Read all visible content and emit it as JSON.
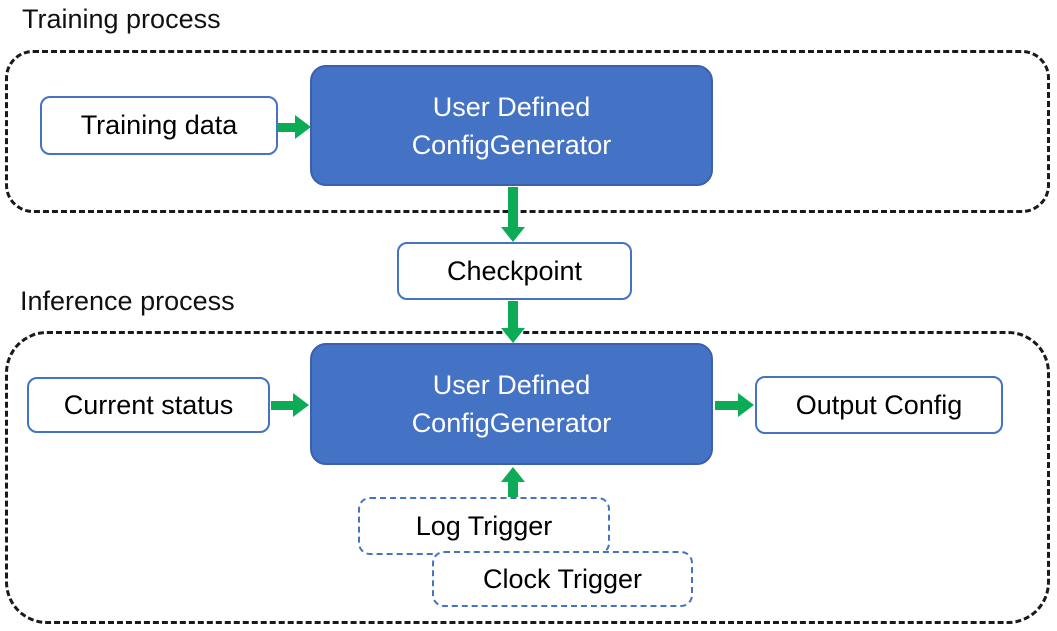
{
  "diagram": {
    "title_training": "Training process",
    "title_inference": "Inference process",
    "nodes": {
      "training_data": "Training data",
      "train_generator_line1": "User Defined",
      "train_generator_line2": "ConfigGenerator",
      "checkpoint": "Checkpoint",
      "current_status": "Current status",
      "infer_generator_line1": "User Defined",
      "infer_generator_line2": "ConfigGenerator",
      "output_config": "Output Config",
      "log_trigger": "Log Trigger",
      "clock_trigger": "Clock Trigger"
    },
    "colors": {
      "generator_fill": "#4472C4",
      "generator_border": "#3A60AE",
      "io_box_border": "#4472C4",
      "trigger_box_border": "#4472C4",
      "arrow_green": "#0CAC57",
      "container_dash": "#1A1A1A",
      "text_on_blue": "#FFFFFF",
      "text_dark": "#000000"
    }
  }
}
